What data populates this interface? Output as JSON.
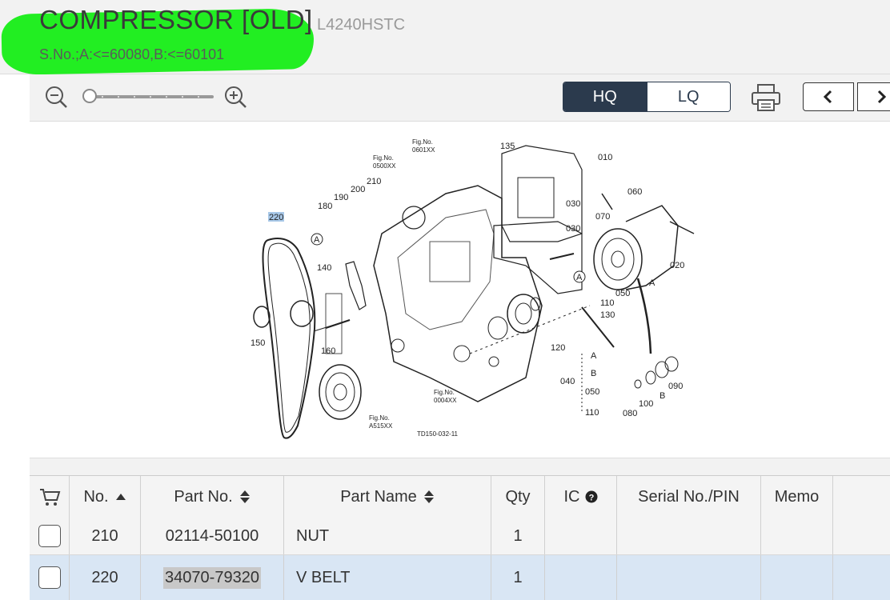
{
  "header": {
    "title": "COMPRESSOR [OLD]",
    "model": "L4240HSTC",
    "serial": "S.No.;A:<=60080,B:<=60101"
  },
  "toolbar": {
    "zoom_out_icon": "zoom-out-icon",
    "zoom_in_icon": "zoom-in-icon",
    "zoom_level": 0,
    "quality_options": [
      "HQ",
      "LQ"
    ],
    "quality_selected": "HQ",
    "print_icon": "printer-icon",
    "prev_icon": "chevron-left-icon",
    "next_icon": "chevron-right-icon"
  },
  "diagram": {
    "refs": {
      "fig_0601": "Fig.No.\n0601XX",
      "fig_0500": "Fig.No.\n0500XX",
      "fig_0004": "Fig.No.\n0004XX",
      "fig_a515": "Fig.No.\nA515XX",
      "code": "TD150-032-11"
    },
    "callouts": [
      "220",
      "180",
      "190",
      "200",
      "210",
      "135",
      "010",
      "030",
      "030",
      "060",
      "070",
      "020",
      "140",
      "150",
      "160",
      "050",
      "110",
      "130",
      "120",
      "040",
      "A",
      "B",
      "050",
      "110",
      "090",
      "B",
      "100",
      "080",
      "A",
      "A",
      "A"
    ],
    "selected_callout": "220"
  },
  "table": {
    "columns": {
      "cart_icon": "cart-icon",
      "no": "No.",
      "part_no": "Part No.",
      "part_name": "Part Name",
      "qty": "Qty",
      "ic": "IC",
      "serial": "Serial No./PIN",
      "memo": "Memo"
    },
    "rows": [
      {
        "no": "210",
        "part_no": "02114-50100",
        "part_name": "NUT",
        "qty": "1",
        "ic": "",
        "serial": "",
        "memo": ""
      },
      {
        "no": "220",
        "part_no": "34070-79320",
        "part_name": "V BELT",
        "qty": "1",
        "ic": "",
        "serial": "",
        "memo": ""
      }
    ]
  },
  "colors": {
    "highlight": "#22ee22",
    "dark_navy": "#2b3a4d",
    "selected_row": "#d9e6f4"
  }
}
